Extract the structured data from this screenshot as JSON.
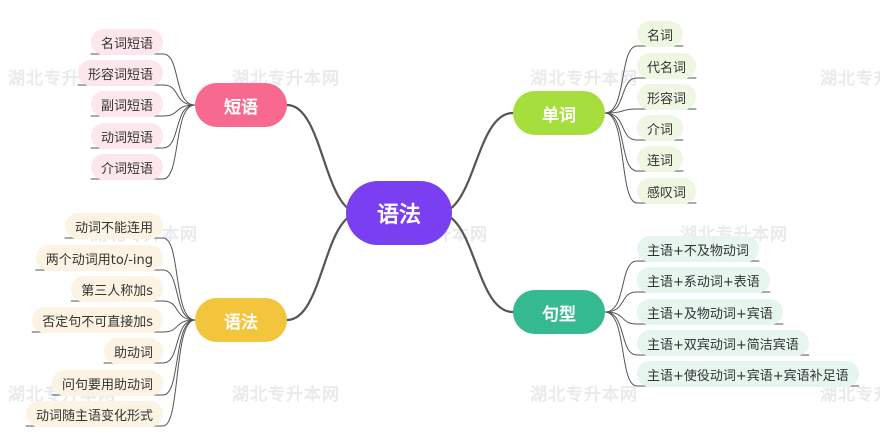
{
  "root": {
    "label": "语法"
  },
  "watermark": {
    "text": "湖北专升本网"
  },
  "colors": {
    "root": "#7b3ff2",
    "phrases": "#f7698f",
    "words": "#a6de3e",
    "grammar": "#f2c53d",
    "sentence": "#35b98e",
    "leaf_phrases": "#fde7ec",
    "leaf_words": "#eef7e2",
    "leaf_grammar": "#fdf3e3",
    "leaf_sentence": "#e6f5ee",
    "connector": "#555555"
  },
  "branches": {
    "phrases": {
      "label": "短语",
      "items": [
        "名词短语",
        "形容词短语",
        "副词短语",
        "动词短语",
        "介词短语"
      ]
    },
    "words": {
      "label": "单词",
      "items": [
        "名词",
        "代名词",
        "形容词",
        "介词",
        "连词",
        "感叹词"
      ]
    },
    "grammar": {
      "label": "语法",
      "items": [
        "动词不能连用",
        "两个动词用to/-ing",
        "第三人称加s",
        "否定句不可直接加s",
        "助动词",
        "问句要用助动词",
        "动词随主语变化形式"
      ]
    },
    "sentence": {
      "label": "句型",
      "items": [
        "主语+不及物动词",
        "主语+系动词+表语",
        "主语+及物动词+宾语",
        "主语+双宾动词+简洁宾语",
        "主语+使役动词+宾语+宾语补足语"
      ]
    }
  }
}
